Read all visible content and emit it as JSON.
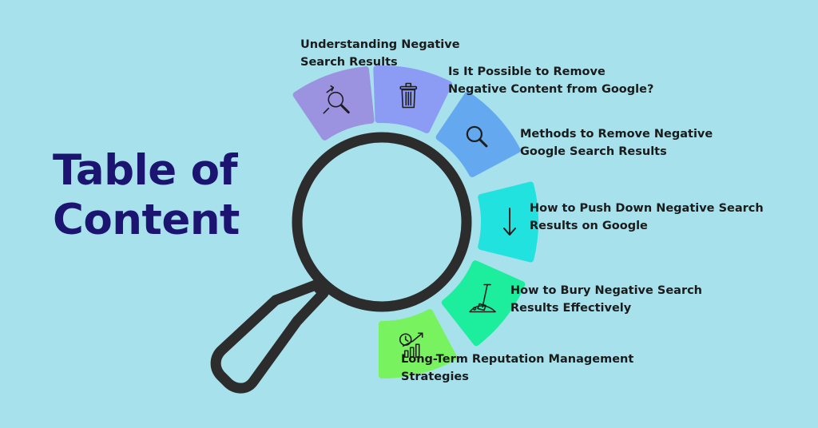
{
  "title": {
    "line1": "Table of",
    "line2": "Content"
  },
  "colors": {
    "background": "#a6e1ec",
    "title": "#1c1471",
    "magnifier": "#2c2c2c"
  },
  "items": [
    {
      "label": "Understanding Negative\nSearch Results",
      "icon": "search-refresh-icon",
      "color": "#9b93df"
    },
    {
      "label": "Is It Possible to Remove\nNegative Content from Google?",
      "icon": "trash-icon",
      "color": "#8c9cf4"
    },
    {
      "label": "Methods to Remove Negative\nGoogle Search Results",
      "icon": "search-icon",
      "color": "#64a9ef"
    },
    {
      "label": "How to Push Down Negative Search\nResults on Google",
      "icon": "arrow-down-icon",
      "color": "#21e2de"
    },
    {
      "label": "How to Bury Negative Search\nResults Effectively",
      "icon": "shovel-icon",
      "color": "#1dee9e"
    },
    {
      "label": "Long-Term Reputation Management\nStrategies",
      "icon": "growth-chart-icon",
      "color": "#79f25f"
    }
  ]
}
